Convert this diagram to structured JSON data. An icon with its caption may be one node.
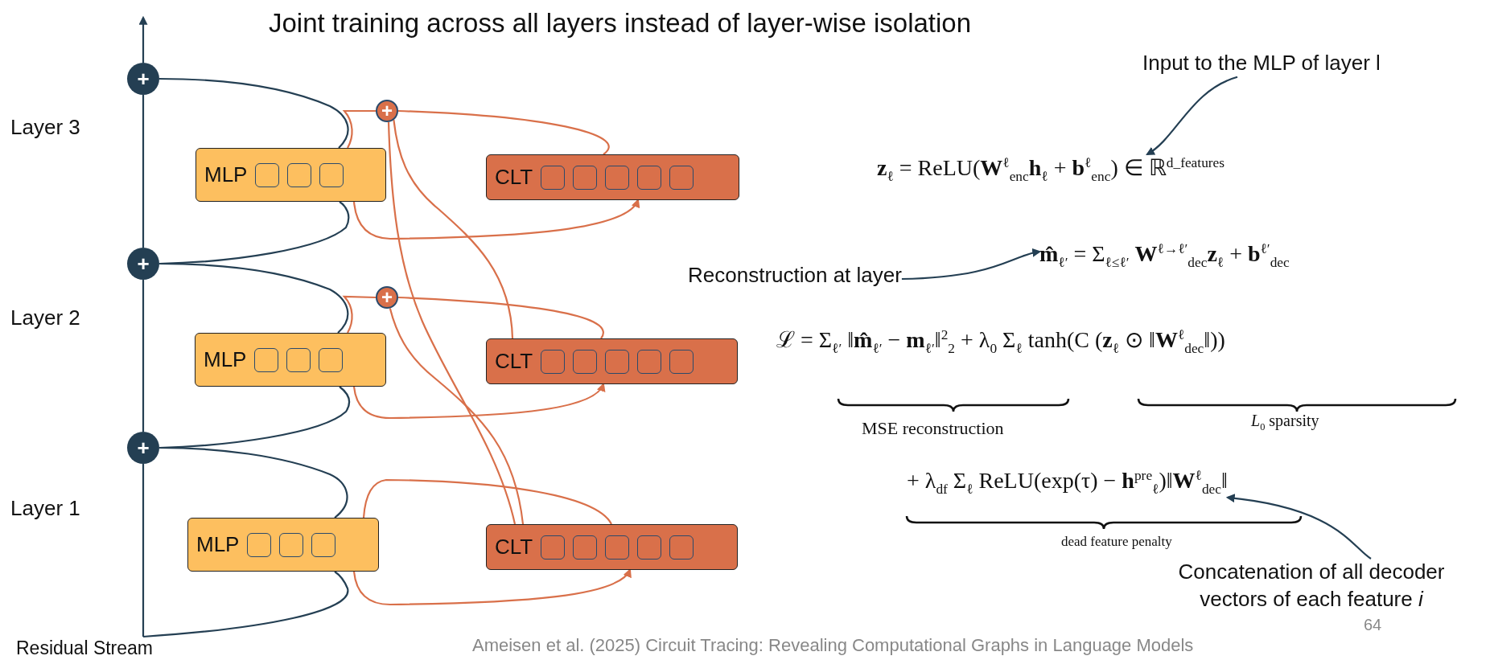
{
  "diagram": {
    "title": "Joint training across all layers instead of layer-wise isolation",
    "caption": "Ameisen et al. (2025) Circuit Tracing: Revealing Computational Graphs in Language Models",
    "nodes": [
      {
        "text": [
          "+"
        ]
      },
      {
        "text": [
          "+"
        ]
      },
      {
        "text": [
          "MLP"
        ]
      },
      {
        "text": [
          "CLT"
        ]
      },
      {
        "text": [
          "+"
        ]
      },
      {
        "text": [
          "+"
        ]
      },
      {
        "text": [
          "MLP"
        ]
      },
      {
        "text": [
          "CLT"
        ]
      },
      {
        "text": [
          "+"
        ]
      },
      {
        "text": [
          "MLP"
        ]
      },
      {
        "text": [
          "CLT"
        ]
      },
      {
        "text": [
          "Input to the MLP of layer l"
        ]
      },
      {
        "text": [
          "**z**$_{ℓ}$ = ReLU(**W**$^{ℓ}$$_{enc}$**h**$_{ℓ}$ + **b**$^{ℓ}$$_{enc}$) ∈ ℝ$^{d_features}$"
        ]
      },
      {
        "text": [
          "Reconstruction at layer"
        ]
      },
      {
        "text": [
          "**m̂**$_{ℓ′}$ = Σ$_{ℓ≤ℓ′}$ **W**$^{ℓ→ℓ′}$$_{dec}$**z**$_{ℓ}$ + **b**$^{ℓ′}$$_{dec}$"
        ]
      },
      {
        "text": [
          "+ λ$_{df}$ Σ$_{ℓ}$ ReLU(exp(τ) − **h**$^{pre}$$_{ℓ}$)‖**W**$^{ℓ}$$_{dec}$‖"
        ]
      },
      {
        "text": [
          "Concatenation of all decoder vectors of each feature *i*"
        ]
      },
      {
        "text": [
          "Residual Stream"
        ]
      }
    ],
    "edges": [
      {
        "from": 17,
        "to": 8,
        "arrow": "none"
      },
      {
        "from": 8,
        "to": 4,
        "arrow": "none"
      },
      {
        "from": 4,
        "to": 0,
        "arrow": "none"
      },
      {
        "from": 0,
        "to": null,
        "arrow": "to"
      },
      {
        "from": 17,
        "to": 9,
        "arrow": "none"
      },
      {
        "from": 9,
        "to": 8,
        "arrow": "none"
      },
      {
        "from": 8,
        "to": 6,
        "arrow": "none"
      },
      {
        "from": 6,
        "to": 4,
        "arrow": "none"
      },
      {
        "from": 4,
        "to": 2,
        "arrow": "none"
      },
      {
        "from": 2,
        "to": 0,
        "arrow": "none"
      },
      {
        "from": 9,
        "to": 10,
        "arrow": "to",
        "color": "#d9704a"
      },
      {
        "from": 6,
        "to": 7,
        "arrow": "to",
        "color": "#d9704a"
      },
      {
        "from": 2,
        "to": 3,
        "arrow": "to",
        "color": "#d9704a"
      },
      {
        "from": 10,
        "to": 9,
        "arrow": "none",
        "color": "#d9704a"
      },
      {
        "from": 10,
        "to": 5,
        "arrow": "none",
        "color": "#d9704a"
      },
      {
        "from": 10,
        "to": 1,
        "arrow": "none",
        "color": "#d9704a"
      },
      {
        "from": 7,
        "to": 5,
        "arrow": "none",
        "color": "#d9704a"
      },
      {
        "from": 7,
        "to": 1,
        "arrow": "none",
        "color": "#d9704a"
      },
      {
        "from": 3,
        "to": 1,
        "arrow": "none",
        "color": "#d9704a"
      },
      {
        "from": 5,
        "to": 6,
        "arrow": "none",
        "color": "#d9704a"
      },
      {
        "from": 1,
        "to": 2,
        "arrow": "none",
        "color": "#d9704a"
      },
      {
        "from": 11,
        "to": 12,
        "arrow": "to"
      },
      {
        "from": 13,
        "to": 14,
        "arrow": "to"
      },
      {
        "from": 16,
        "to": 15,
        "arrow": "to"
      }
    ],
    "labels": [
      "Layer 3",
      "Layer 2",
      "Layer 1",
      "ℒ = Σ$_{ℓ′}$ ‖**m̂**$_{ℓ′}$ − **m**$_{ℓ′}$‖$^{2}$$_{2}$ + λ$_{0}$ Σ$_{ℓ}$ tanh(C (**z**$_{ℓ}$ ⊙ ‖**W**$^{ℓ}$$_{dec}$‖))",
      "MSE reconstruction",
      "*L*$_{0}$ sparsity",
      "dead feature penalty",
      "64"
    ]
  }
}
